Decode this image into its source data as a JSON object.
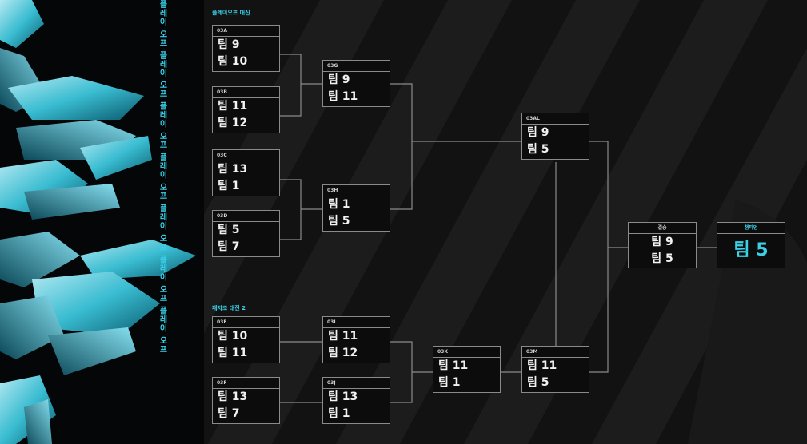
{
  "vertical_text": "플레이 오프 플레이 오프 플레이 오프 플레이 오프 플레이 오프 플레이 오프 플레이 오프",
  "sections": {
    "upper_label": "플레이오프 대진",
    "lower_label": "패자조 대진 2"
  },
  "matches": {
    "03A": {
      "code": "03A",
      "team1": "팀 9",
      "team2": "팀 10"
    },
    "03B": {
      "code": "03B",
      "team1": "팀 11",
      "team2": "팀 12"
    },
    "03C": {
      "code": "03C",
      "team1": "팀 13",
      "team2": "팀 1"
    },
    "03D": {
      "code": "03D",
      "team1": "팀 5",
      "team2": "팀 7"
    },
    "03G": {
      "code": "03G",
      "team1": "팀 9",
      "team2": "팀 11"
    },
    "03H": {
      "code": "03H",
      "team1": "팀 1",
      "team2": "팀 5"
    },
    "03AL": {
      "code": "03AL",
      "team1": "팀 9",
      "team2": "팀 5"
    },
    "03E": {
      "code": "03E",
      "team1": "팀 10",
      "team2": "팀 11"
    },
    "03F": {
      "code": "03F",
      "team1": "팀 13",
      "team2": "팀 7"
    },
    "03I": {
      "code": "03I",
      "team1": "팀 11",
      "team2": "팀 12"
    },
    "03J": {
      "code": "03J",
      "team1": "팀 13",
      "team2": "팀 1"
    },
    "03K": {
      "code": "03K",
      "team1": "팀 11",
      "team2": "팀 1"
    },
    "03M": {
      "code": "03M",
      "team1": "팀 11",
      "team2": "팀 5"
    },
    "final": {
      "code": "결승",
      "team1": "팀 9",
      "team2": "팀 5"
    },
    "champion": {
      "code": "챔피언",
      "team": "팀 5"
    }
  },
  "colors": {
    "accent": "#3ad0e8",
    "background": "#121212",
    "box_border": "#8a8a8a",
    "line": "#8a8a8a"
  }
}
